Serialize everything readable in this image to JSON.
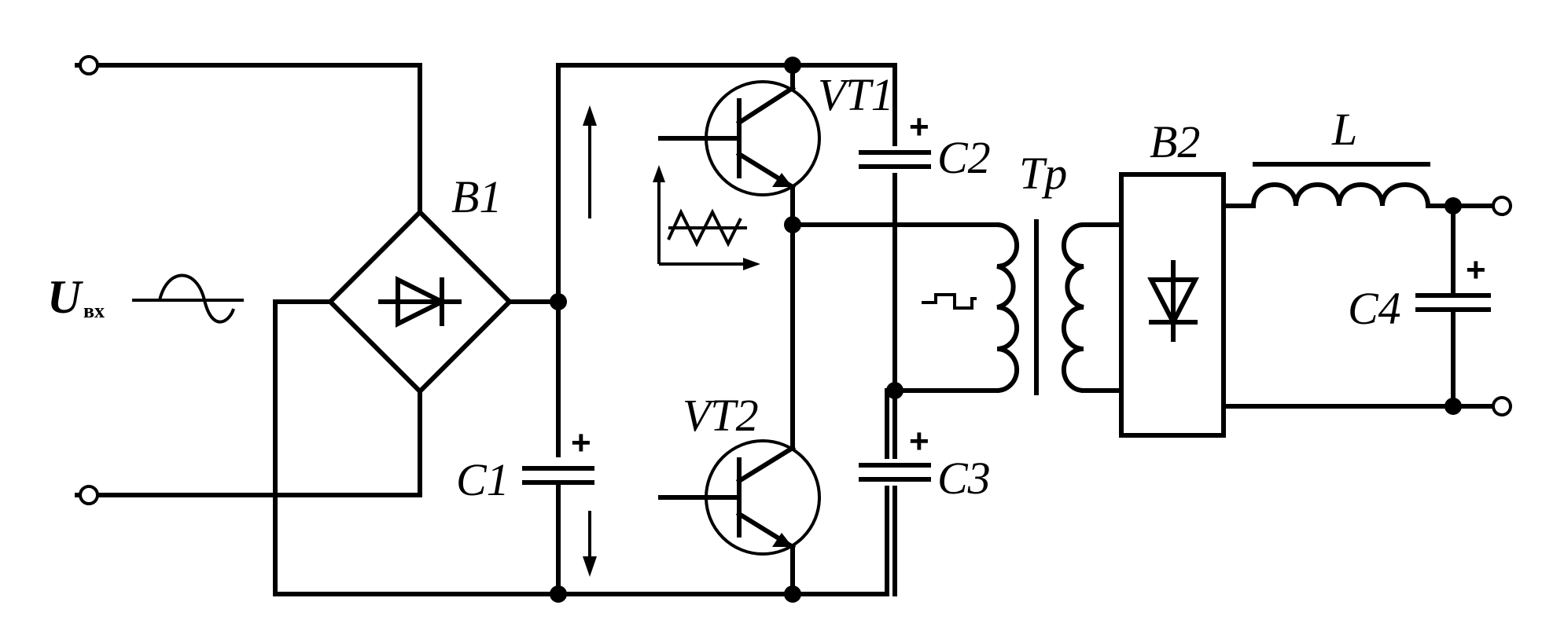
{
  "labels": {
    "input_voltage": "U",
    "input_voltage_sub": "вх",
    "bridge1": "B1",
    "bridge2": "B2",
    "vt1": "VT1",
    "vt2": "VT2",
    "c1": "C1",
    "c2": "C2",
    "c3": "C3",
    "c4": "C4",
    "transformer": "Tp",
    "inductor": "L",
    "polarity": "+"
  }
}
